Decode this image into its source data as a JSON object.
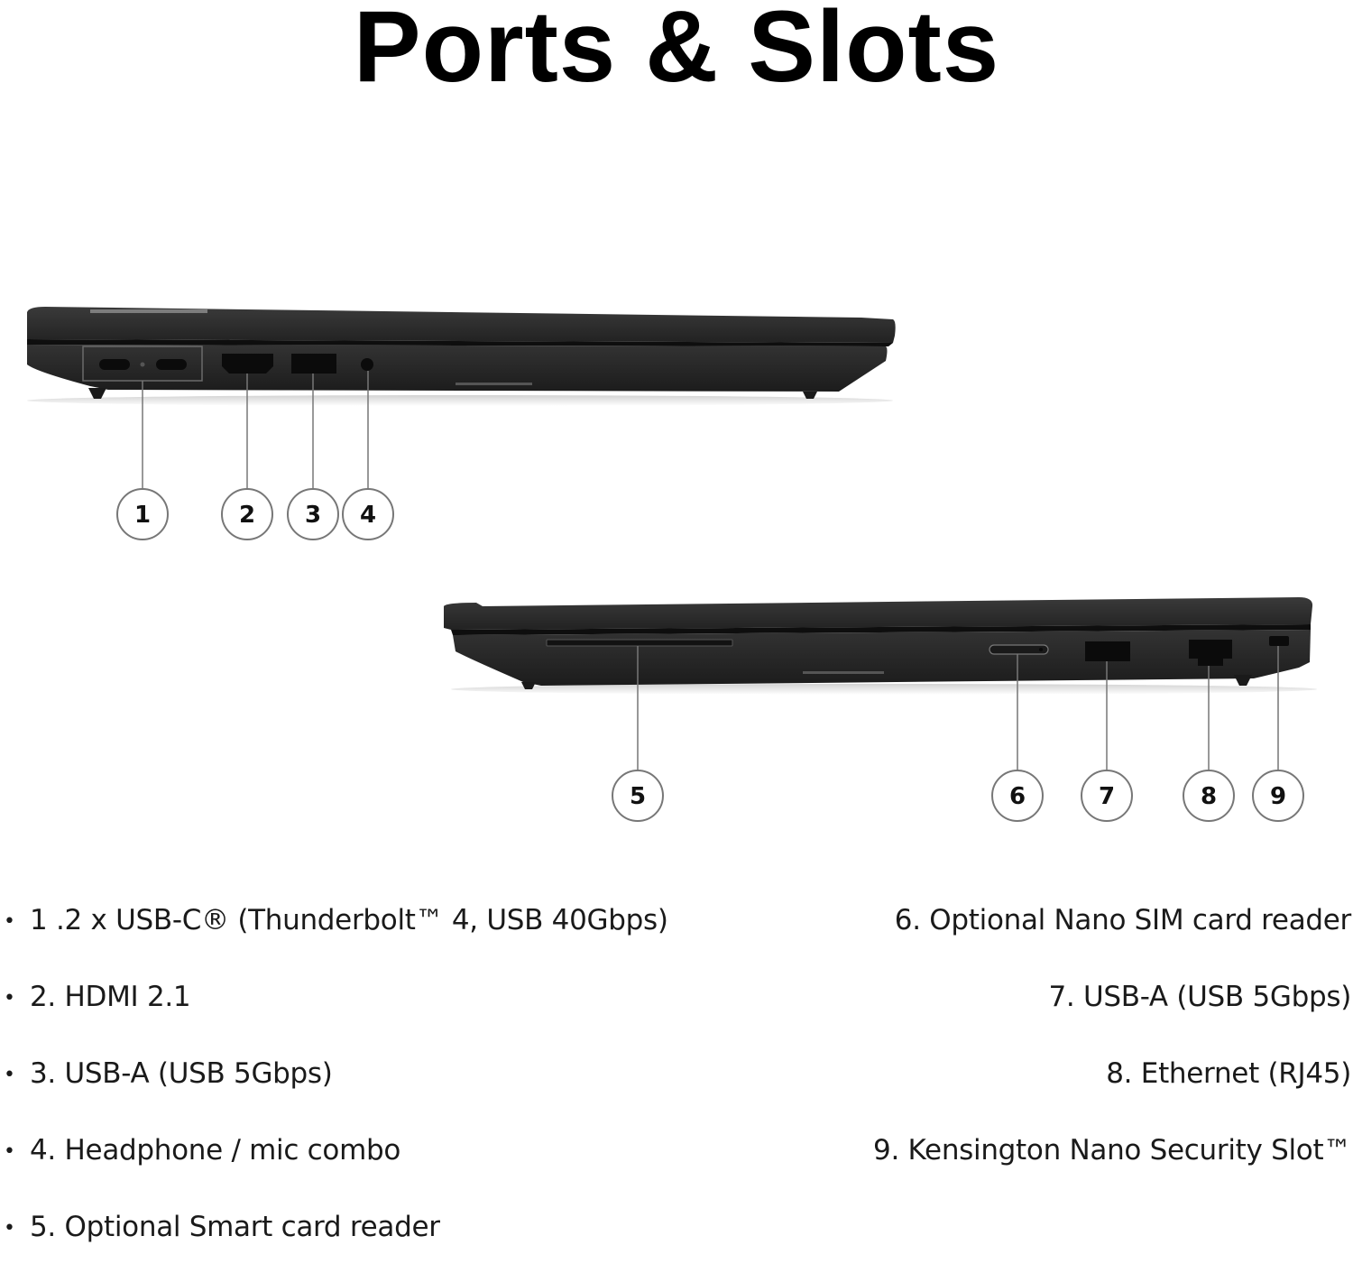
{
  "title": "Ports & Slots",
  "views": [
    {
      "name": "left-side-view",
      "callouts": [
        "1",
        "2",
        "3",
        "4"
      ]
    },
    {
      "name": "right-side-view",
      "callouts": [
        "5",
        "6",
        "7",
        "8",
        "9"
      ]
    }
  ],
  "legend": {
    "left": [
      {
        "bullet": "•",
        "text": "1 .2 x USB-C® (Thunderbolt™ 4, USB 40Gbps)"
      },
      {
        "bullet": "•",
        "text": "2. HDMI 2.1"
      },
      {
        "bullet": "•",
        "text": "3. USB-A (USB 5Gbps)"
      },
      {
        "bullet": "•",
        "text": "4. Headphone / mic combo"
      },
      {
        "bullet": "•",
        "text": "5. Optional Smart card reader"
      }
    ],
    "right": [
      {
        "text": "6. Optional Nano SIM card reader"
      },
      {
        "text": "7. USB-A (USB 5Gbps)"
      },
      {
        "text": "8. Ethernet (RJ45)"
      },
      {
        "text": "9. Kensington Nano Security Slot™"
      }
    ]
  },
  "colors": {
    "laptop_body": "#2a2a2a",
    "laptop_dark": "#151515",
    "callout_stroke": "#777777",
    "text": "#1a1a1a"
  }
}
